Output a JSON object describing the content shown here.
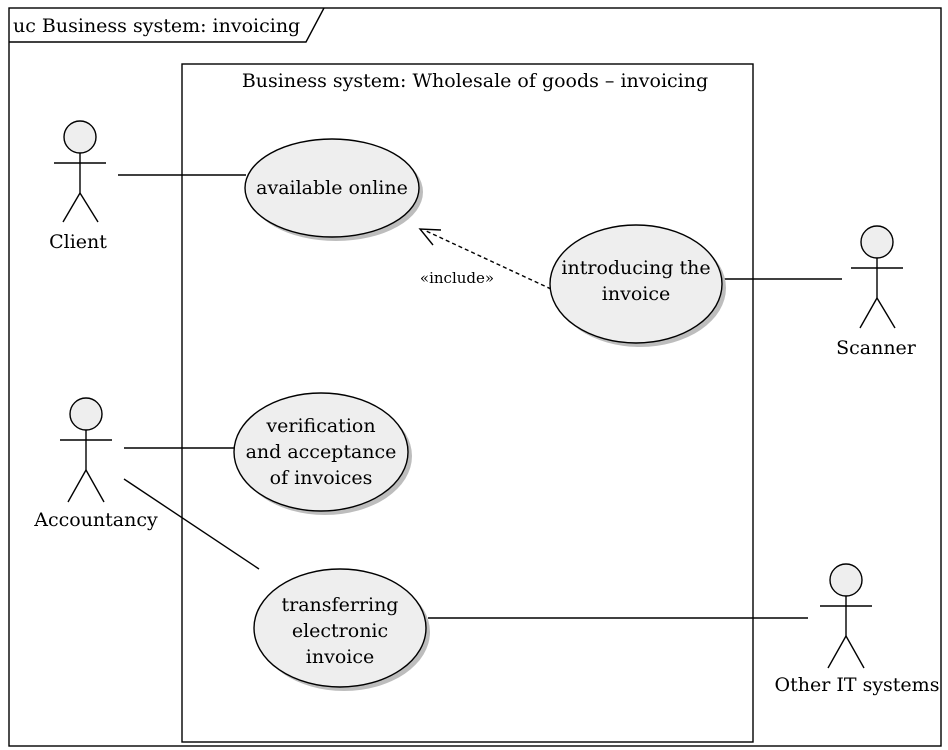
{
  "frame": {
    "title": "uc Business system: invoicing"
  },
  "boundary": {
    "title": "Business system: Wholesale of goods – invoicing"
  },
  "actors": {
    "client": "Client",
    "accountancy": "Accountancy",
    "scanner": "Scanner",
    "other_it": "Other IT systems"
  },
  "use_cases": {
    "available_online": [
      "available online"
    ],
    "introducing_invoice": [
      "introducing the",
      "invoice"
    ],
    "verification": [
      "verification",
      "and acceptance",
      "of invoices"
    ],
    "transferring": [
      "transferring",
      "electronic",
      "invoice"
    ]
  },
  "relations": {
    "include_label": "«include»"
  }
}
